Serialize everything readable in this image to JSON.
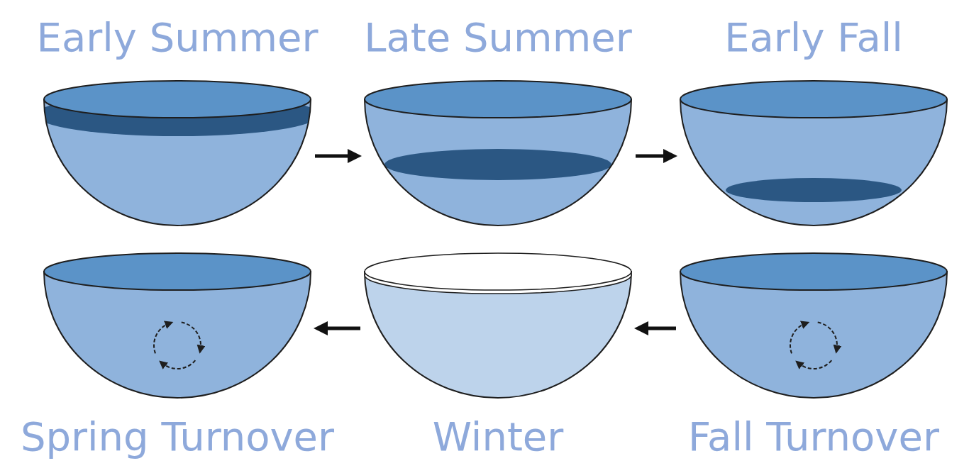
{
  "diagram": {
    "nodes": [
      {
        "text": [
          "Early Summer"
        ]
      },
      {
        "text": [
          "Late Summer"
        ]
      },
      {
        "text": [
          "Early Fall"
        ]
      },
      {
        "text": [
          "Spring Turnover"
        ]
      },
      {
        "text": [
          "Winter"
        ]
      },
      {
        "text": [
          "Fall Turnover"
        ]
      }
    ],
    "edges": [
      {
        "from": 0,
        "to": 1,
        "arrow": "to"
      },
      {
        "from": 1,
        "to": 2,
        "arrow": "to"
      },
      {
        "from": 5,
        "to": 4,
        "arrow": "to"
      },
      {
        "from": 4,
        "to": 3,
        "arrow": "to"
      }
    ]
  }
}
